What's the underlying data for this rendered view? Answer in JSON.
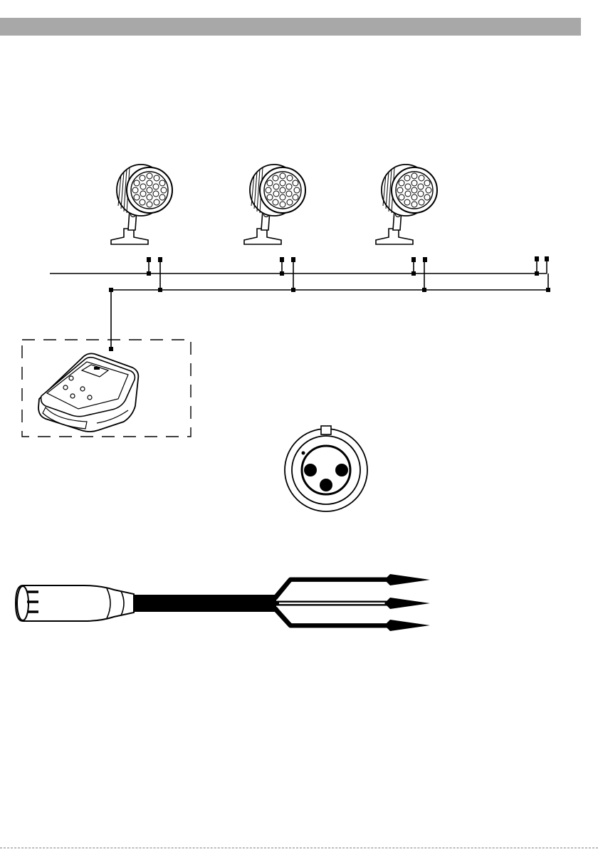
{
  "page": {
    "header_bar_color": "#a8a8a8",
    "background": "#ffffff",
    "line_color": "#000000"
  },
  "diagram": {
    "fixtures": [
      {
        "name": "led-fixture-1",
        "icon": "led-spotlight-icon"
      },
      {
        "name": "led-fixture-2",
        "icon": "led-spotlight-icon"
      },
      {
        "name": "led-fixture-3",
        "icon": "led-spotlight-icon"
      }
    ],
    "controller": {
      "icon": "dmx-controller-icon"
    },
    "connector": {
      "icon": "xlr-female-socket-icon"
    },
    "cable": {
      "icon": "xlr-to-bare-wire-cable-icon"
    }
  }
}
